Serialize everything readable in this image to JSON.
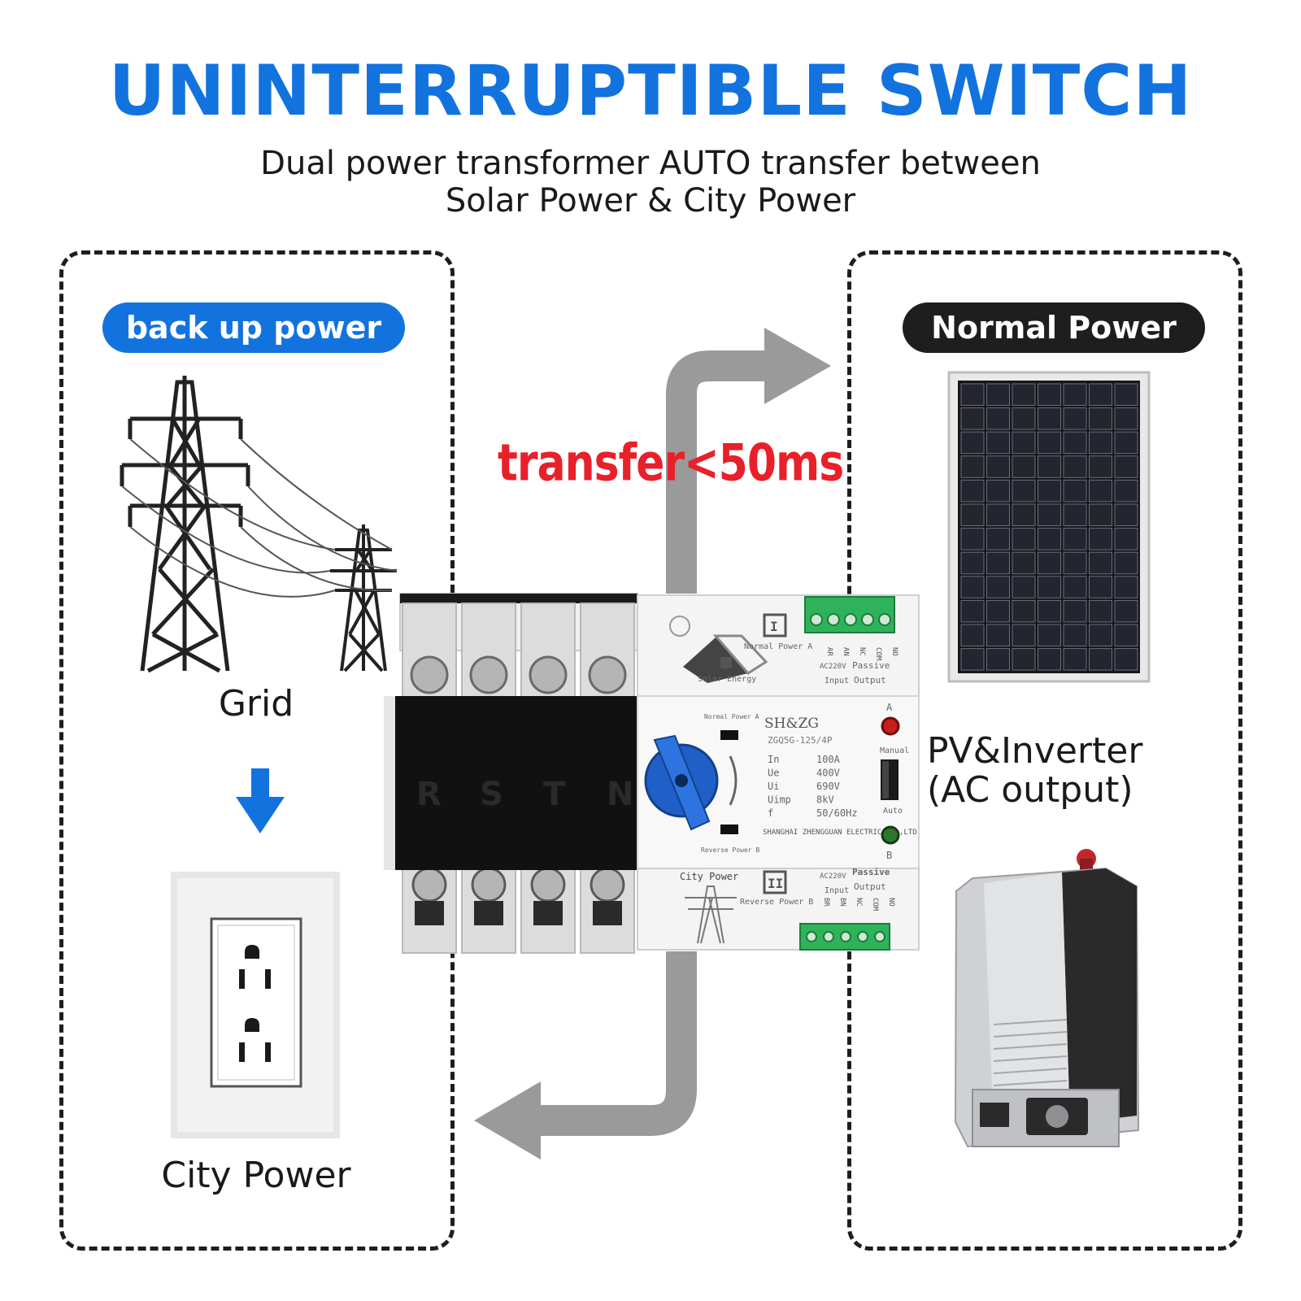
{
  "title": "UNINTERRUPTIBLE SWITCH",
  "subtitle": {
    "line1": "Dual power transformer AUTO transfer between",
    "line2": "Solar Power & City Power"
  },
  "left_panel": {
    "badge": "back up power",
    "grid_label": "Grid",
    "city_label": "City Power"
  },
  "right_panel": {
    "badge": "Normal Power",
    "pv_label_line1": "PV&Inverter",
    "pv_label_line2": "(AC output)"
  },
  "transfer_label": "transfer<50ms",
  "device": {
    "brand": "SH&ZG",
    "model": "ZGQ5G-125/4P",
    "phases": [
      "R",
      "S",
      "T",
      "N"
    ],
    "specs": [
      {
        "key": "In",
        "value": "100A"
      },
      {
        "key": "Ue",
        "value": "400V"
      },
      {
        "key": "Ui",
        "value": "690V"
      },
      {
        "key": "Uimp",
        "value": "8kV"
      },
      {
        "key": "f",
        "value": "50/60Hz"
      }
    ],
    "manufacturer": "SHANGHAI ZHENGGUAN ELECTRIC CO.,LTD",
    "normal_power_a": "Normal Power A",
    "reverse_power_b": "Reverse Power B",
    "solar_energy": "Solar Energy",
    "city_power": "City Power",
    "roman_one": "I",
    "roman_two": "II",
    "manual": "Manual",
    "auto": "Auto",
    "indicator_a": "A",
    "indicator_b": "B",
    "terminal_top_labels": [
      "AR",
      "AN",
      "NC",
      "COM",
      "NO"
    ],
    "terminal_bottom_labels": [
      "BR",
      "BN",
      "NC",
      "COM",
      "NO"
    ],
    "ac220v": "AC220V",
    "input": "Input",
    "passive": "Passive",
    "output": "Output"
  },
  "colors": {
    "accent_blue": "#1273de",
    "badge_dark": "#1e1e1e",
    "transfer_red": "#e8202a",
    "arrow_gray": "#9a9a9a",
    "knob_blue": "#1f5fc8",
    "terminal_green": "#2fb35a"
  }
}
